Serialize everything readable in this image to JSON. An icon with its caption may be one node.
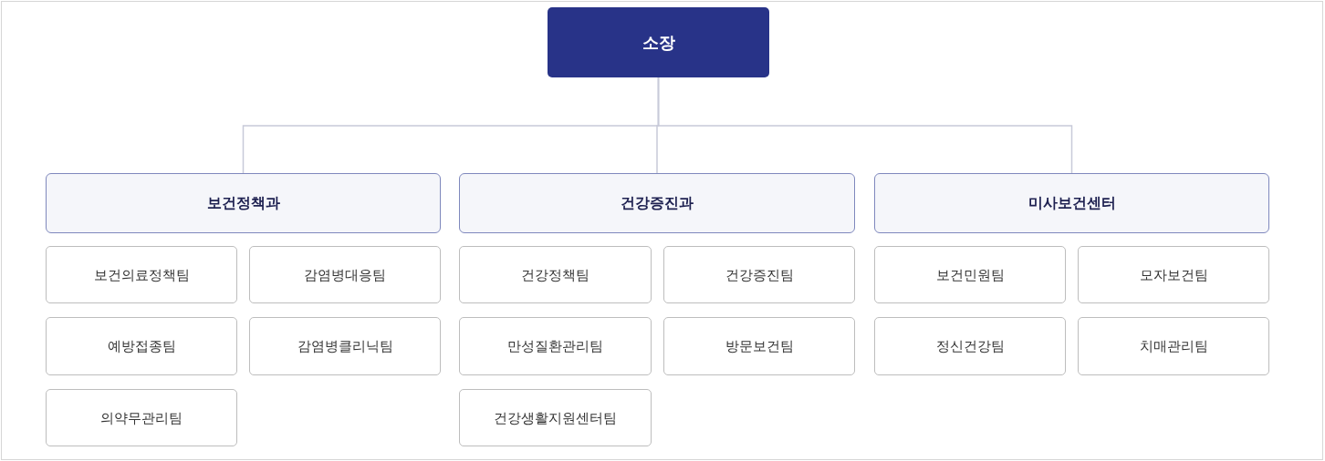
{
  "diagram": {
    "nodes": [
      {
        "text": [
          "소장"
        ]
      },
      {
        "text": [
          "보건정책과"
        ]
      },
      {
        "text": [
          "건강증진과"
        ]
      },
      {
        "text": [
          "미사보건센터"
        ]
      },
      {
        "text": [
          "보건의료정책팀"
        ]
      },
      {
        "text": [
          "감염병대응팀"
        ]
      },
      {
        "text": [
          "예방접종팀"
        ]
      },
      {
        "text": [
          "감염병클리닉팀"
        ]
      },
      {
        "text": [
          "의약무관리팀"
        ]
      },
      {
        "text": [
          "건강정책팀"
        ]
      },
      {
        "text": [
          "건강증진팀"
        ]
      },
      {
        "text": [
          "만성질환관리팀"
        ]
      },
      {
        "text": [
          "방문보건팀"
        ]
      },
      {
        "text": [
          "건강생활지원센터팀"
        ]
      },
      {
        "text": [
          "보건민원팀"
        ]
      },
      {
        "text": [
          "모자보건팀"
        ]
      },
      {
        "text": [
          "정신건강팀"
        ]
      },
      {
        "text": [
          "치매관리팀"
        ]
      }
    ],
    "edges": [
      {
        "from": 0,
        "to": 1,
        "arrow": "none"
      },
      {
        "from": 0,
        "to": 2,
        "arrow": "none"
      },
      {
        "from": 0,
        "to": 3,
        "arrow": "none"
      }
    ]
  }
}
